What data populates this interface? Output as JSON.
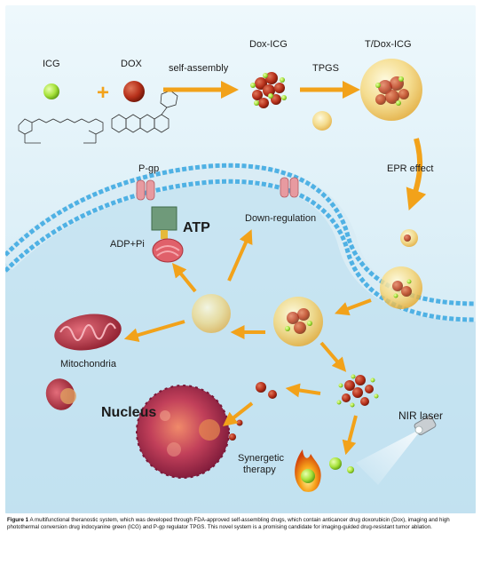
{
  "labels": {
    "icg": "ICG",
    "dox": "DOX",
    "self_assembly": "self-assembly",
    "dox_icg": "Dox-ICG",
    "t_dox_icg": "T/Dox-ICG",
    "tpgs": "TPGS",
    "pgp": "P-gp",
    "atp": "ATP",
    "adp": "ADP+Pi",
    "down_regulation": "Down-regulation",
    "epr": "EPR effect",
    "mitochondria": "Mitochondria",
    "nucleus": "Nucleus",
    "nir": "NIR laser",
    "synergetic": "Synergetic",
    "therapy": "therapy",
    "plus": "+"
  },
  "caption": {
    "figure_label": "Figure 1",
    "text": "A multifunctional theranostic system, which was developed through FDA-approved self-assembling drugs, which contain anticancer drug doxorubicin (Dox), imaging and high photothermal conversion drug indocyanine green (ICG) and P-gp regulator TPGS. This novel system is a promising candidate for imaging-guided drug-resistant tumor ablation."
  },
  "colors": {
    "background_top": "#e6f4fb",
    "background_bottom": "#c9e6f3",
    "membrane_head": "#4fb1e4",
    "arrow": "#f2a21a",
    "dox": "#b7311b",
    "icg": "#a6e23a",
    "nucleus": "#a3264e"
  }
}
